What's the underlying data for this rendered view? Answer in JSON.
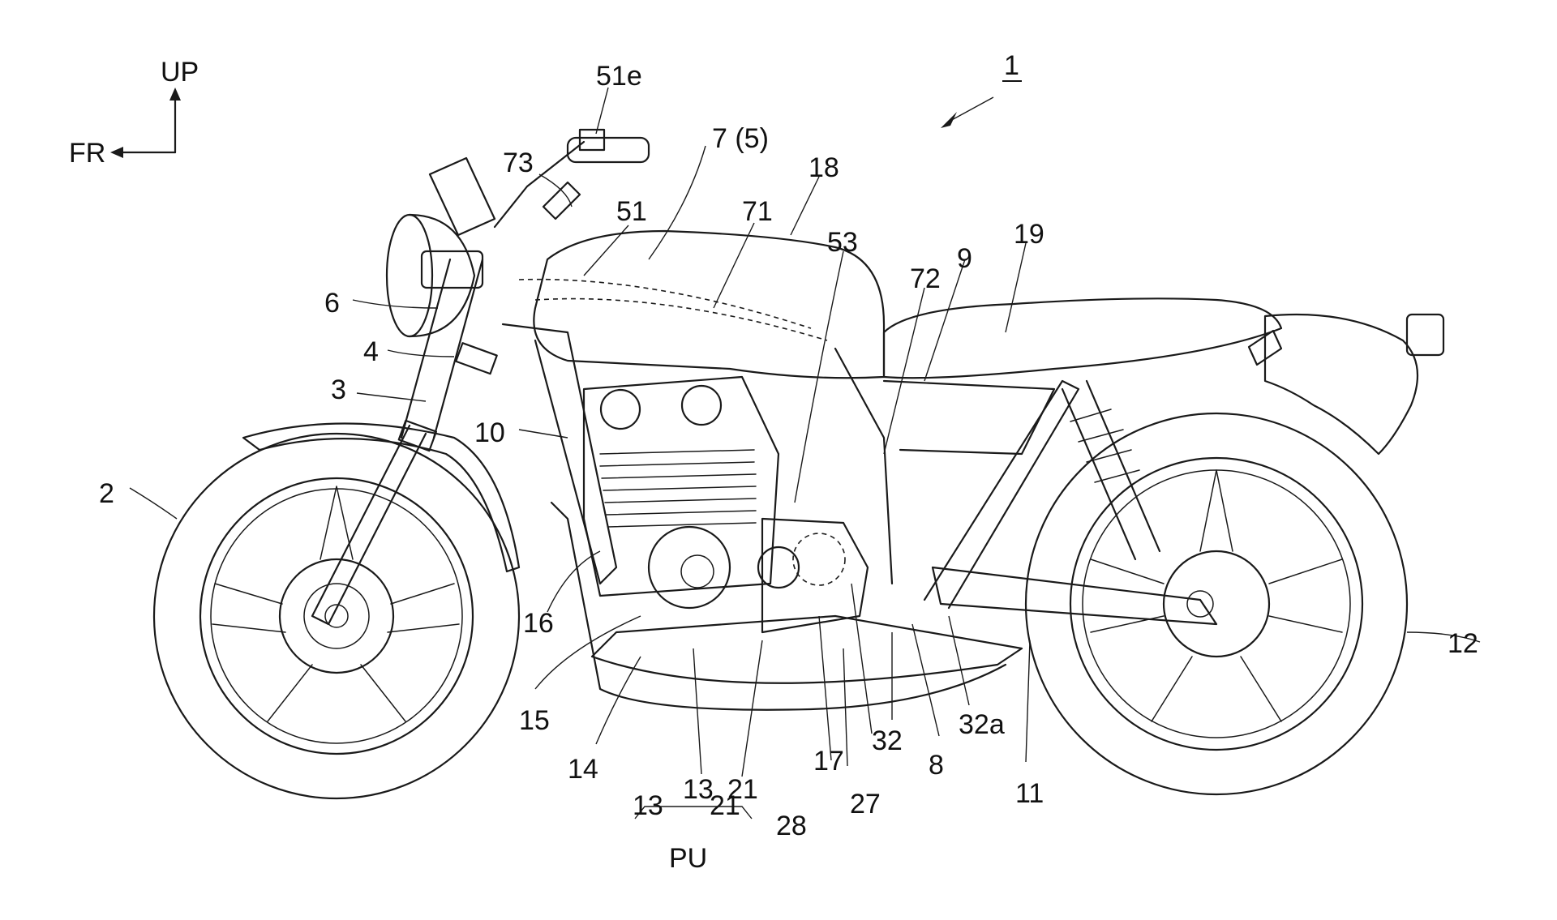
{
  "axes": {
    "up": "UP",
    "front": "FR"
  },
  "figure_ref": "1",
  "labels": {
    "l51e": "51e",
    "l73": "73",
    "l7_5": "7 (5)",
    "l18": "18",
    "l51": "51",
    "l71": "71",
    "l53": "53",
    "l72": "72",
    "l9": "9",
    "l19": "19",
    "l6": "6",
    "l4": "4",
    "l3": "3",
    "l10": "10",
    "l2": "2",
    "l16": "16",
    "l12": "12",
    "l15": "15",
    "l14": "14",
    "l13": "13",
    "l21": "21",
    "l28": "28",
    "l17": "17",
    "l27": "27",
    "l32": "32",
    "l8": "8",
    "l32a": "32a",
    "l11": "11",
    "group13": "13",
    "group21": "21",
    "groupPU": "PU"
  }
}
